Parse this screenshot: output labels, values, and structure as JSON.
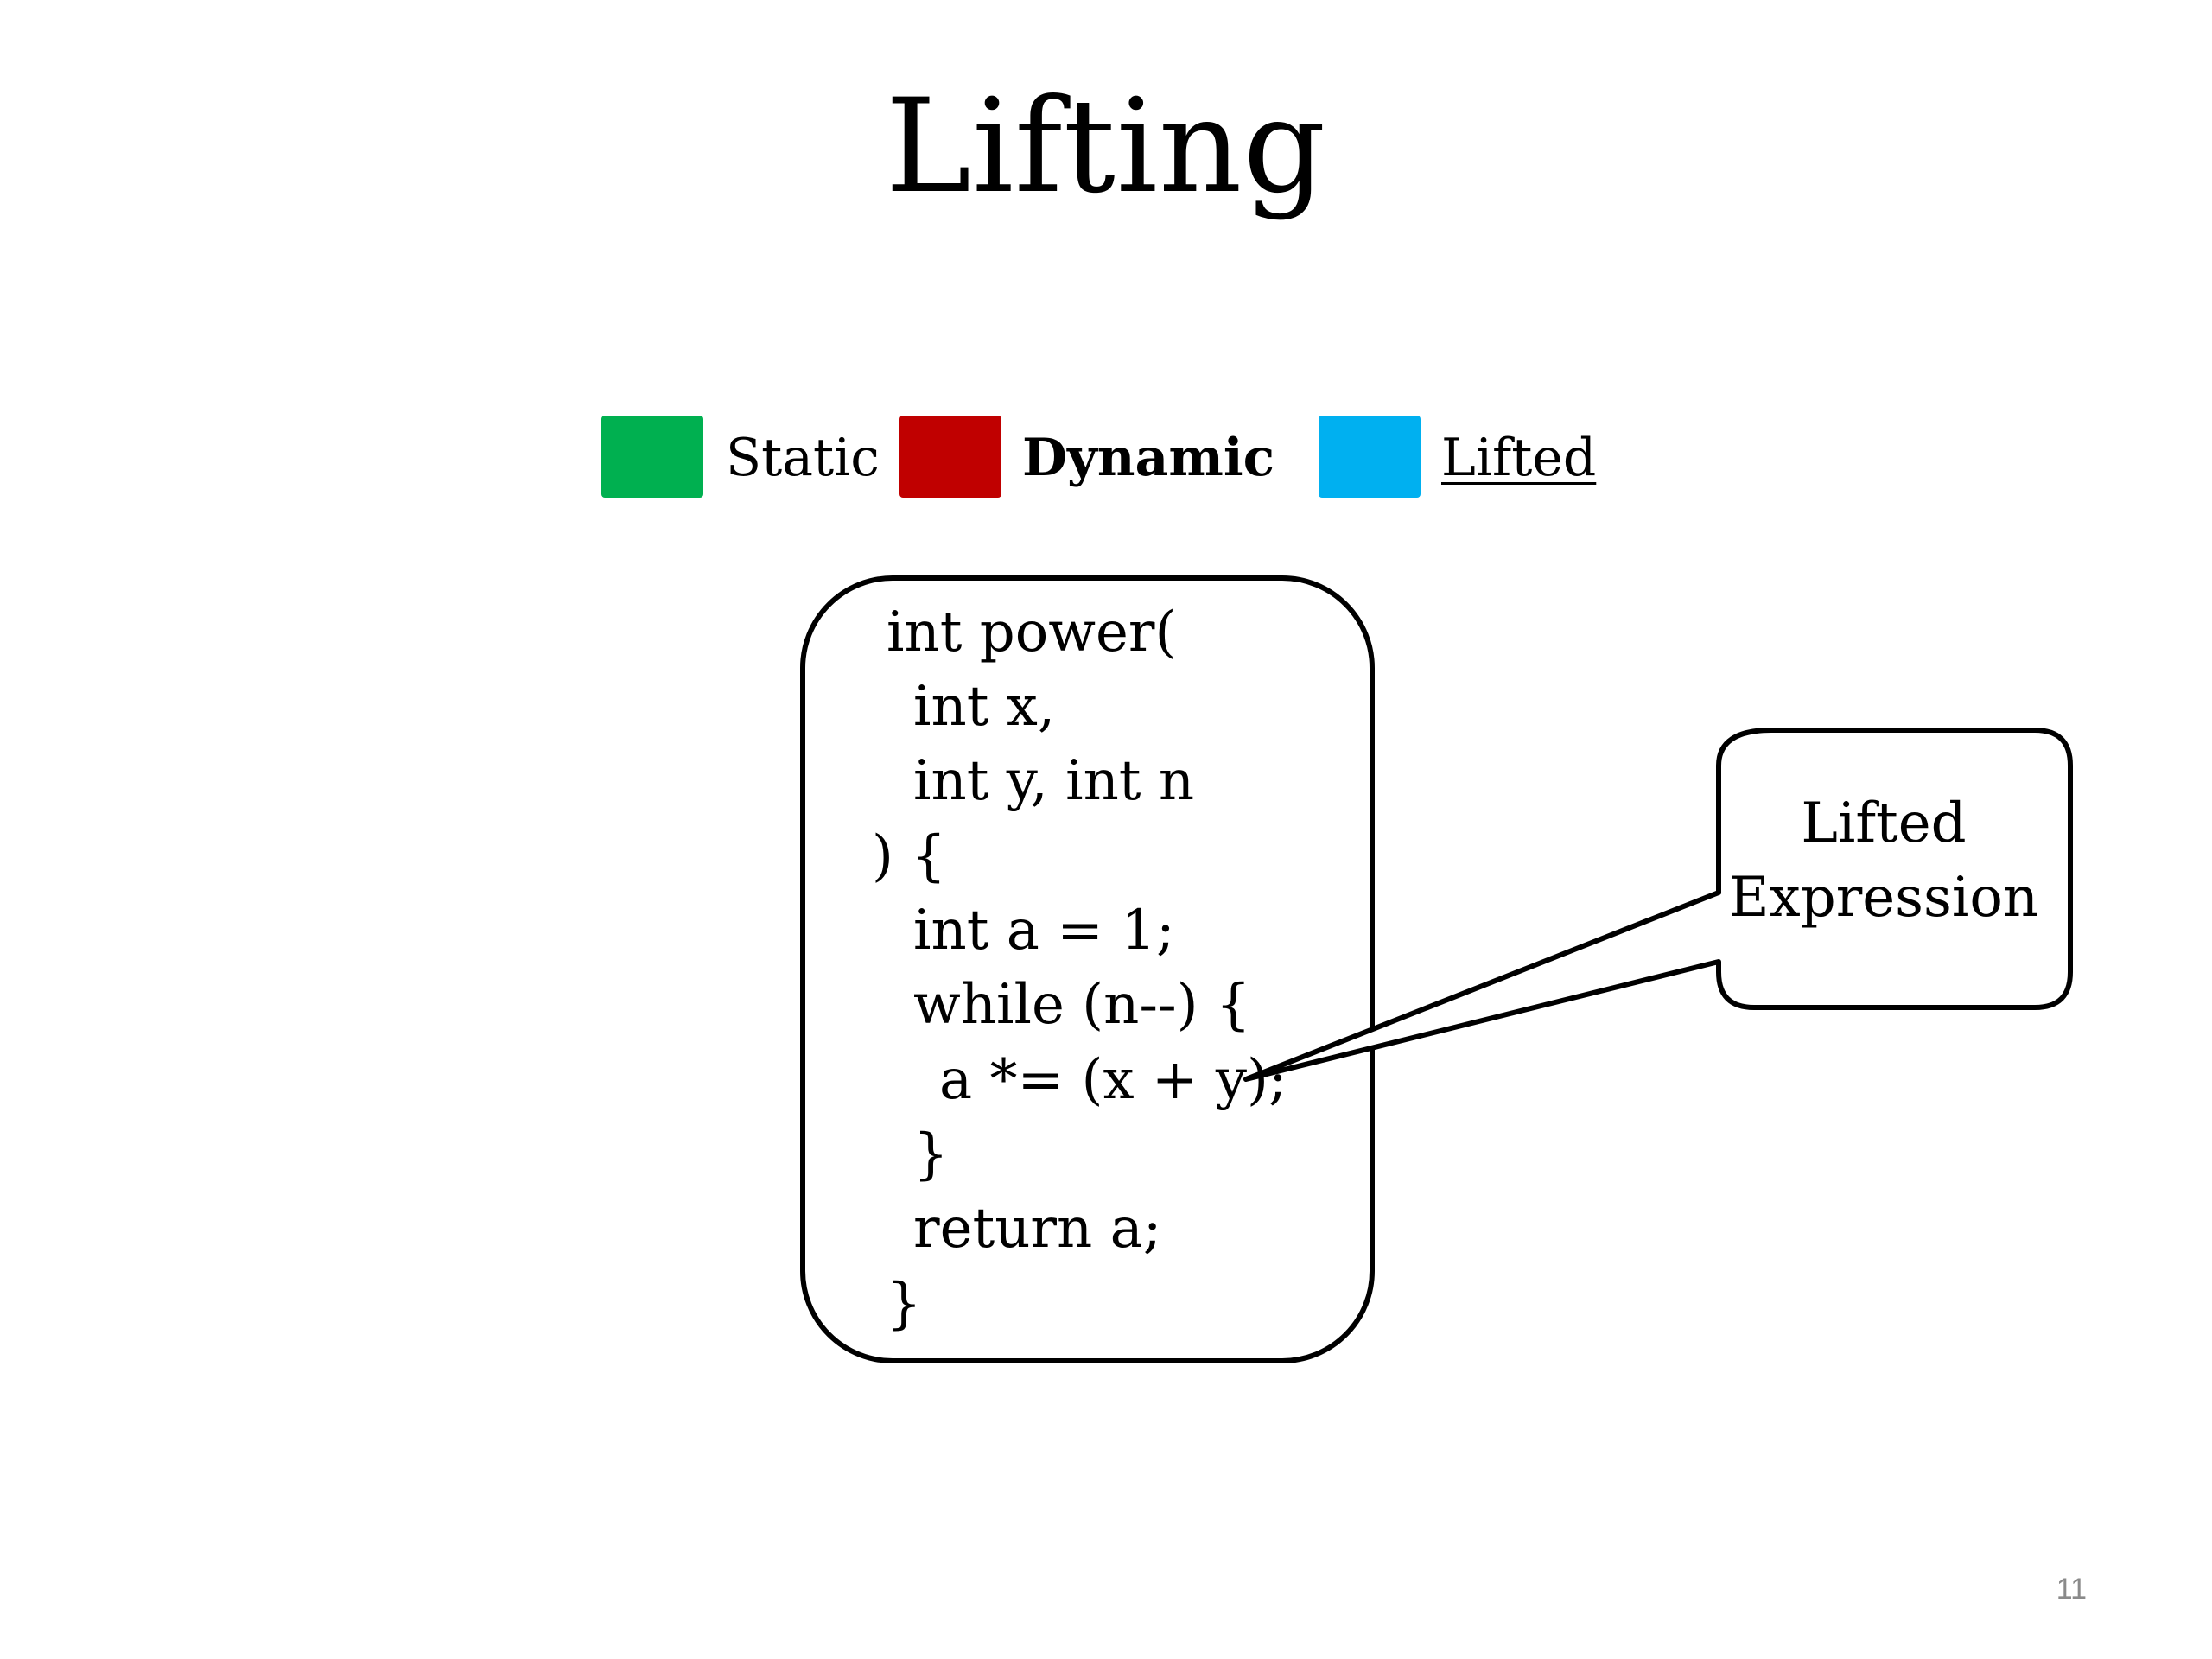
{
  "slide": {
    "title": "Lifting",
    "page_number": "11"
  },
  "legend": [
    {
      "label": "Static",
      "color": "#00b050",
      "style": "normal"
    },
    {
      "label": "Dynamic",
      "color": "#c00000",
      "style": "bold"
    },
    {
      "label": "Lifted",
      "color": "#00b0f0",
      "style": "underline"
    }
  ],
  "code": {
    "lines": [
      "int power(",
      "int x,",
      "int y, int n",
      ") {",
      "int a = 1;",
      "while (n--) {",
      "a *= (x + y);",
      "}",
      "return a;",
      "}"
    ]
  },
  "callout": {
    "line1": "Lifted",
    "line2": "Expression"
  }
}
